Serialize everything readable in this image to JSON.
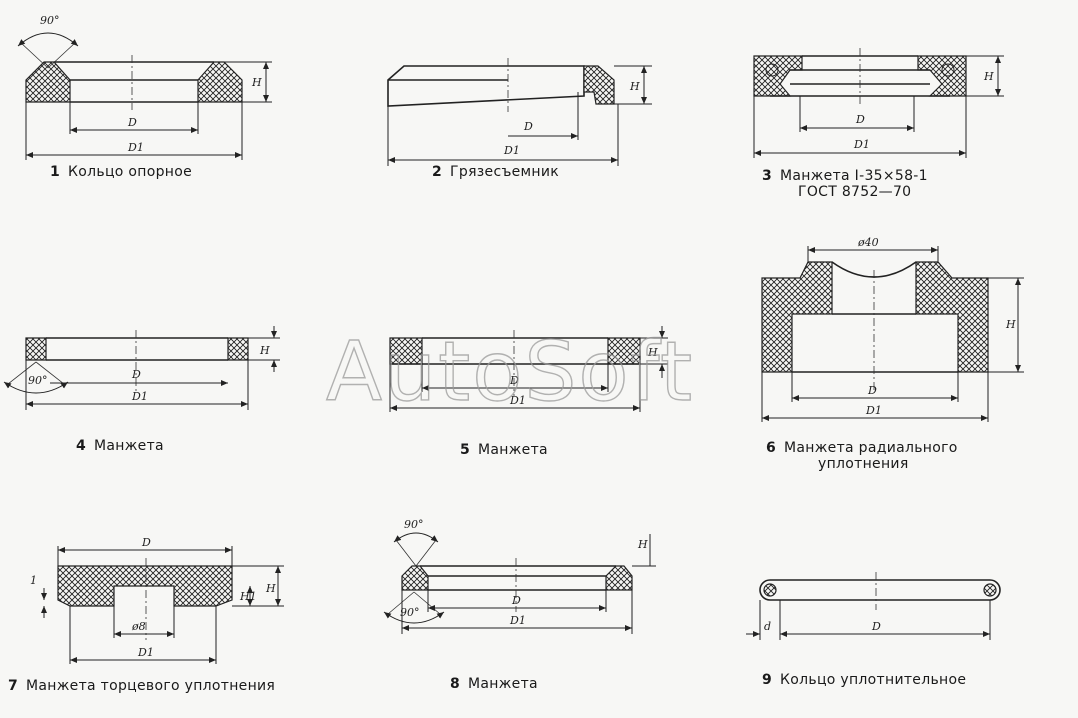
{
  "watermark": "AutoSoft",
  "parts": [
    {
      "number": "1",
      "caption": "Кольцо опорное",
      "angle": "90°",
      "dims": {
        "h": "H",
        "d": "D",
        "d1": "D1"
      }
    },
    {
      "number": "2",
      "caption": "Грязесъемник",
      "dims": {
        "h": "H",
        "d": "D",
        "d1": "D1"
      }
    },
    {
      "number": "3",
      "caption": "Манжета I-35×58-1",
      "caption2": "ГОСТ 8752—70",
      "dims": {
        "h": "H",
        "d": "D",
        "d1": "D1"
      }
    },
    {
      "number": "4",
      "caption": "Манжета",
      "angle": "90°",
      "dims": {
        "h": "H",
        "d": "D",
        "d1": "D1"
      }
    },
    {
      "number": "5",
      "caption": "Манжета",
      "dims": {
        "h": "H",
        "d": "D",
        "d1": "D1"
      }
    },
    {
      "number": "6",
      "caption": "Манжета радиального",
      "caption2": "уплотнения",
      "dims": {
        "top": "ø40",
        "h": "H",
        "d": "D",
        "d1": "D1"
      }
    },
    {
      "number": "7",
      "caption": "Манжета торцевого уплотнения",
      "dims": {
        "d": "D",
        "hole": "ø8",
        "d1": "D1",
        "h": "H",
        "h1": "H1",
        "one": "1"
      }
    },
    {
      "number": "8",
      "caption": "Манжета",
      "angle": "90°",
      "angle2": "90°",
      "dims": {
        "h": "H",
        "d": "D",
        "d1": "D1"
      }
    },
    {
      "number": "9",
      "caption": "Кольцо уплотнительное",
      "dims": {
        "small_d": "d",
        "d": "D"
      }
    }
  ]
}
